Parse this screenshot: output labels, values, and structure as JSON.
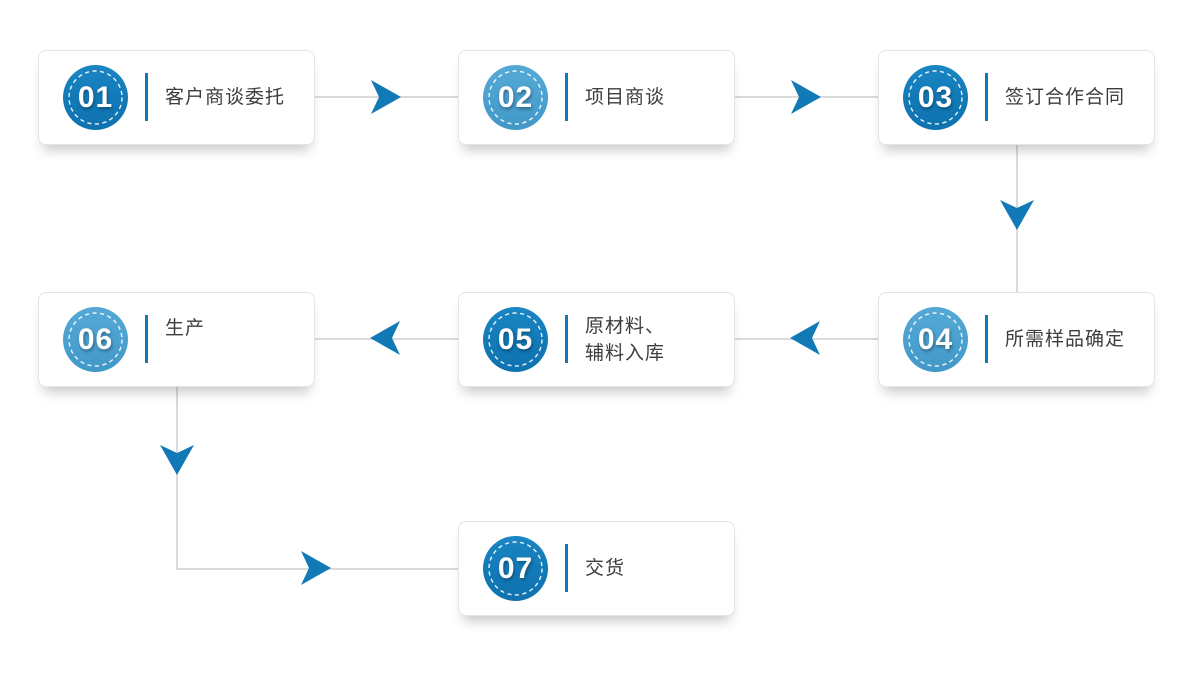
{
  "diagram": {
    "title": "production-cooperation-flow",
    "colors": {
      "accent_dark": "#1279b7",
      "accent_light": "#4aa0cf",
      "connector_gray": "#dadada",
      "label_text": "#3d3d3d",
      "card_background": "#ffffff"
    },
    "steps": [
      {
        "number": "01",
        "label": "客户商谈委托",
        "variant": "dark"
      },
      {
        "number": "02",
        "label": "项目商谈",
        "variant": "light"
      },
      {
        "number": "03",
        "label": "签订合作合同",
        "variant": "dark"
      },
      {
        "number": "04",
        "label": "所需样品确定",
        "variant": "light"
      },
      {
        "number": "05",
        "label": "原材料、\n辅料入库",
        "variant": "dark"
      },
      {
        "number": "06",
        "label": "生产",
        "variant": "light"
      },
      {
        "number": "07",
        "label": "交货",
        "variant": "dark"
      }
    ],
    "flow_order": "01→02→03→04→05→06→07"
  }
}
